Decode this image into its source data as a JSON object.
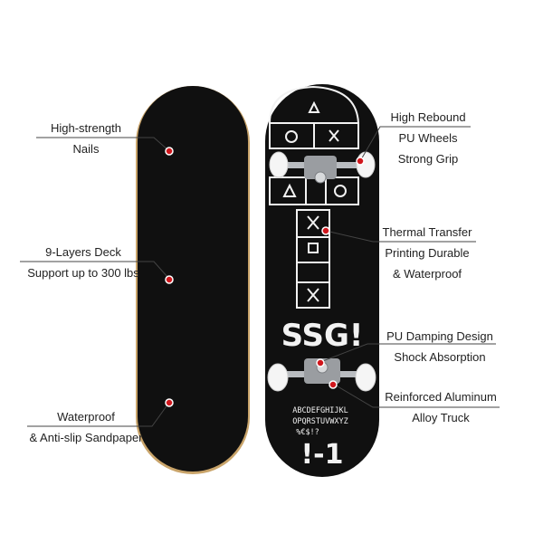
{
  "colors": {
    "deck": "#101010",
    "deck_edge": "#c9a46a",
    "chalk": "#f2f2f2",
    "callout_dot": "#d0161c",
    "truck": "#b9bcc0",
    "wheel": "#f5f5f5"
  },
  "callouts": {
    "nails": {
      "line1": "High-strength",
      "line2": "Nails"
    },
    "deck_layers": {
      "line1": "9-Layers Deck",
      "line2": "Support up to 300 lbs"
    },
    "sandpaper": {
      "line1": "Waterproof",
      "line2": "& Anti-slip Sandpaper"
    },
    "wheels": {
      "line1": "High Rebound",
      "line2": "PU Wheels",
      "line3": "Strong Grip"
    },
    "printing": {
      "line1": "Thermal Transfer",
      "line2": "Printing Durable",
      "line3": "& Waterproof"
    },
    "damping": {
      "line1": "PU Damping Design",
      "line2": "Shock Absorption"
    },
    "truck": {
      "line1": "Reinforced Aluminum",
      "line2": "Alloy Truck"
    }
  },
  "deck_art": {
    "brand": "SSG!",
    "alphabet_line1": "ABCDEFGHIJKL",
    "alphabet_line2": "OPQRSTUVWXYZ",
    "alphabet_line3": "%€$!?",
    "number": "!-1"
  }
}
